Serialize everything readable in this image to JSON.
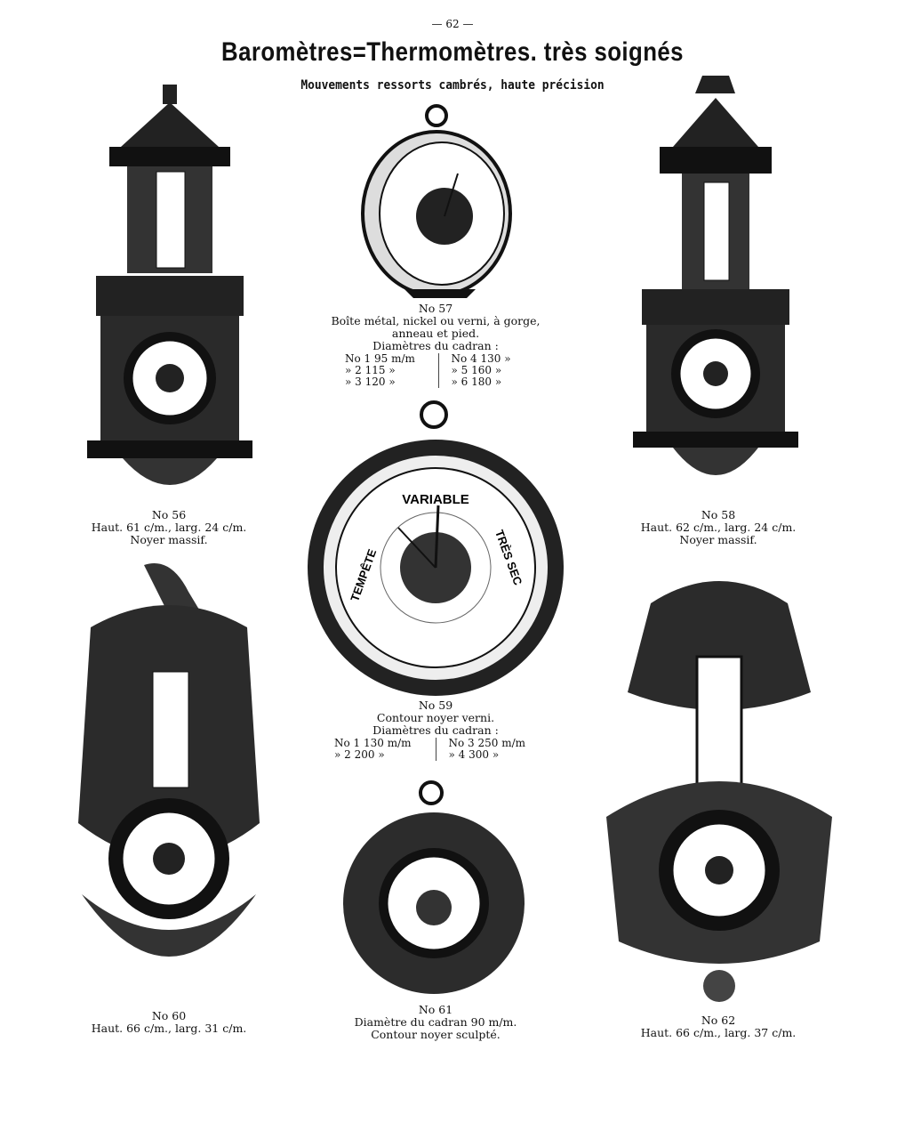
{
  "page_number": "— 62 —",
  "title": "Baromètres=Thermomètres. très soignés",
  "subtitle": "Mouvements ressorts cambrés, haute précision",
  "dial_labels": {
    "variable": "VARIABLE",
    "tempete": "TEMPÊTE",
    "tres_sec": "TRÈS SEC"
  },
  "items": {
    "n56": {
      "number": "No 56",
      "lines": [
        "Haut. 61 c/m., larg. 24 c/m.",
        "Noyer massif."
      ]
    },
    "n57": {
      "number": "No 57",
      "lines": [
        "Boîte métal, nickel ou verni, à gorge,",
        "anneau et pied."
      ],
      "diam_title": "Diamètres du cadran :",
      "diam_left": [
        "No 1   95 m/m",
        "» 2   115  »",
        "» 3   120  »"
      ],
      "diam_right": [
        "No 4   130  »",
        "» 5   160  »",
        "» 6   180  »"
      ]
    },
    "n58": {
      "number": "No 58",
      "lines": [
        "Haut. 62 c/m., larg. 24 c/m.",
        "Noyer massif."
      ]
    },
    "n59": {
      "number": "No 59",
      "lines": [
        "Contour noyer verni."
      ],
      "diam_title": "Diamètres du cadran :",
      "diam_left": [
        "No 1   130 m/m",
        "» 2   200  »"
      ],
      "diam_right": [
        "No 3   250 m/m",
        "» 4   300  »"
      ]
    },
    "n60": {
      "number": "No 60",
      "lines": [
        "Haut. 66 c/m., larg. 31 c/m."
      ]
    },
    "n61": {
      "number": "No 61",
      "lines": [
        "Diamètre du cadran 90 m/m.",
        "Contour noyer sculpté."
      ]
    },
    "n62": {
      "number": "No 62",
      "lines": [
        "Haut. 66 c/m., larg. 37 c/m."
      ]
    }
  }
}
